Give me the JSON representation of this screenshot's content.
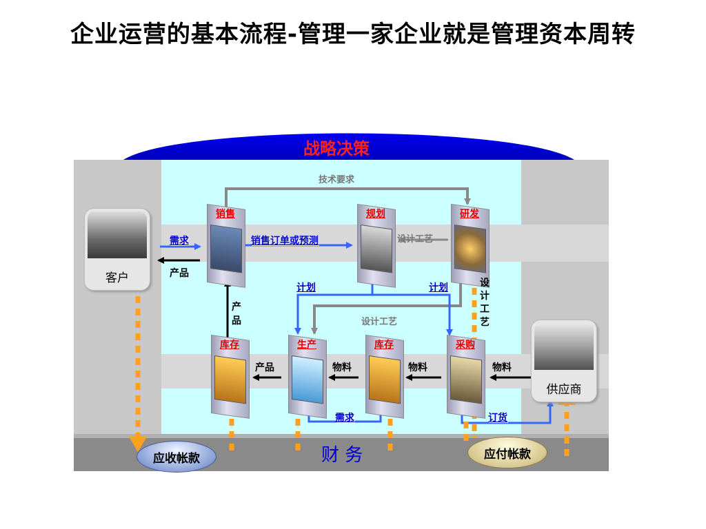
{
  "title": "企业运营的基本流程-管理一家企业就是管理资本周转",
  "banner": "战略决策",
  "finance": "财 务",
  "customer": "客户",
  "supplier": "供应商",
  "receivable": "应收帐款",
  "payable": "应付帐款",
  "nodes": {
    "sales": "销售",
    "planning": "规划",
    "rd": "研发",
    "inventory_fg": "库存",
    "production": "生产",
    "inventory_raw": "库存",
    "purchasing": "采购"
  },
  "labels": {
    "tech_req": "技术要求",
    "demand": "需求",
    "product_out": "产品",
    "order_forecast": "销售订单或预测",
    "design_process_1": "设计工艺",
    "plan_left": "计划",
    "plan_right": "计划",
    "design_process_vertical": "设计工艺",
    "design_process_2": "设计工艺",
    "product_vertical": "产品",
    "product_bottom": "产品",
    "material_1": "物料",
    "material_2": "物料",
    "material_3": "物料",
    "demand_bottom": "需求",
    "order_goods": "订货"
  },
  "colors": {
    "banner_blue": "#0000dd",
    "panel_cyan": "#ccffff",
    "side_gray": "#c8c8c8",
    "finance_gray": "#8a8a8a",
    "flow_blue": "#3366ff",
    "flow_gray": "#888888",
    "cash_orange": "#ffa020",
    "node_title_red": "#e00000"
  }
}
